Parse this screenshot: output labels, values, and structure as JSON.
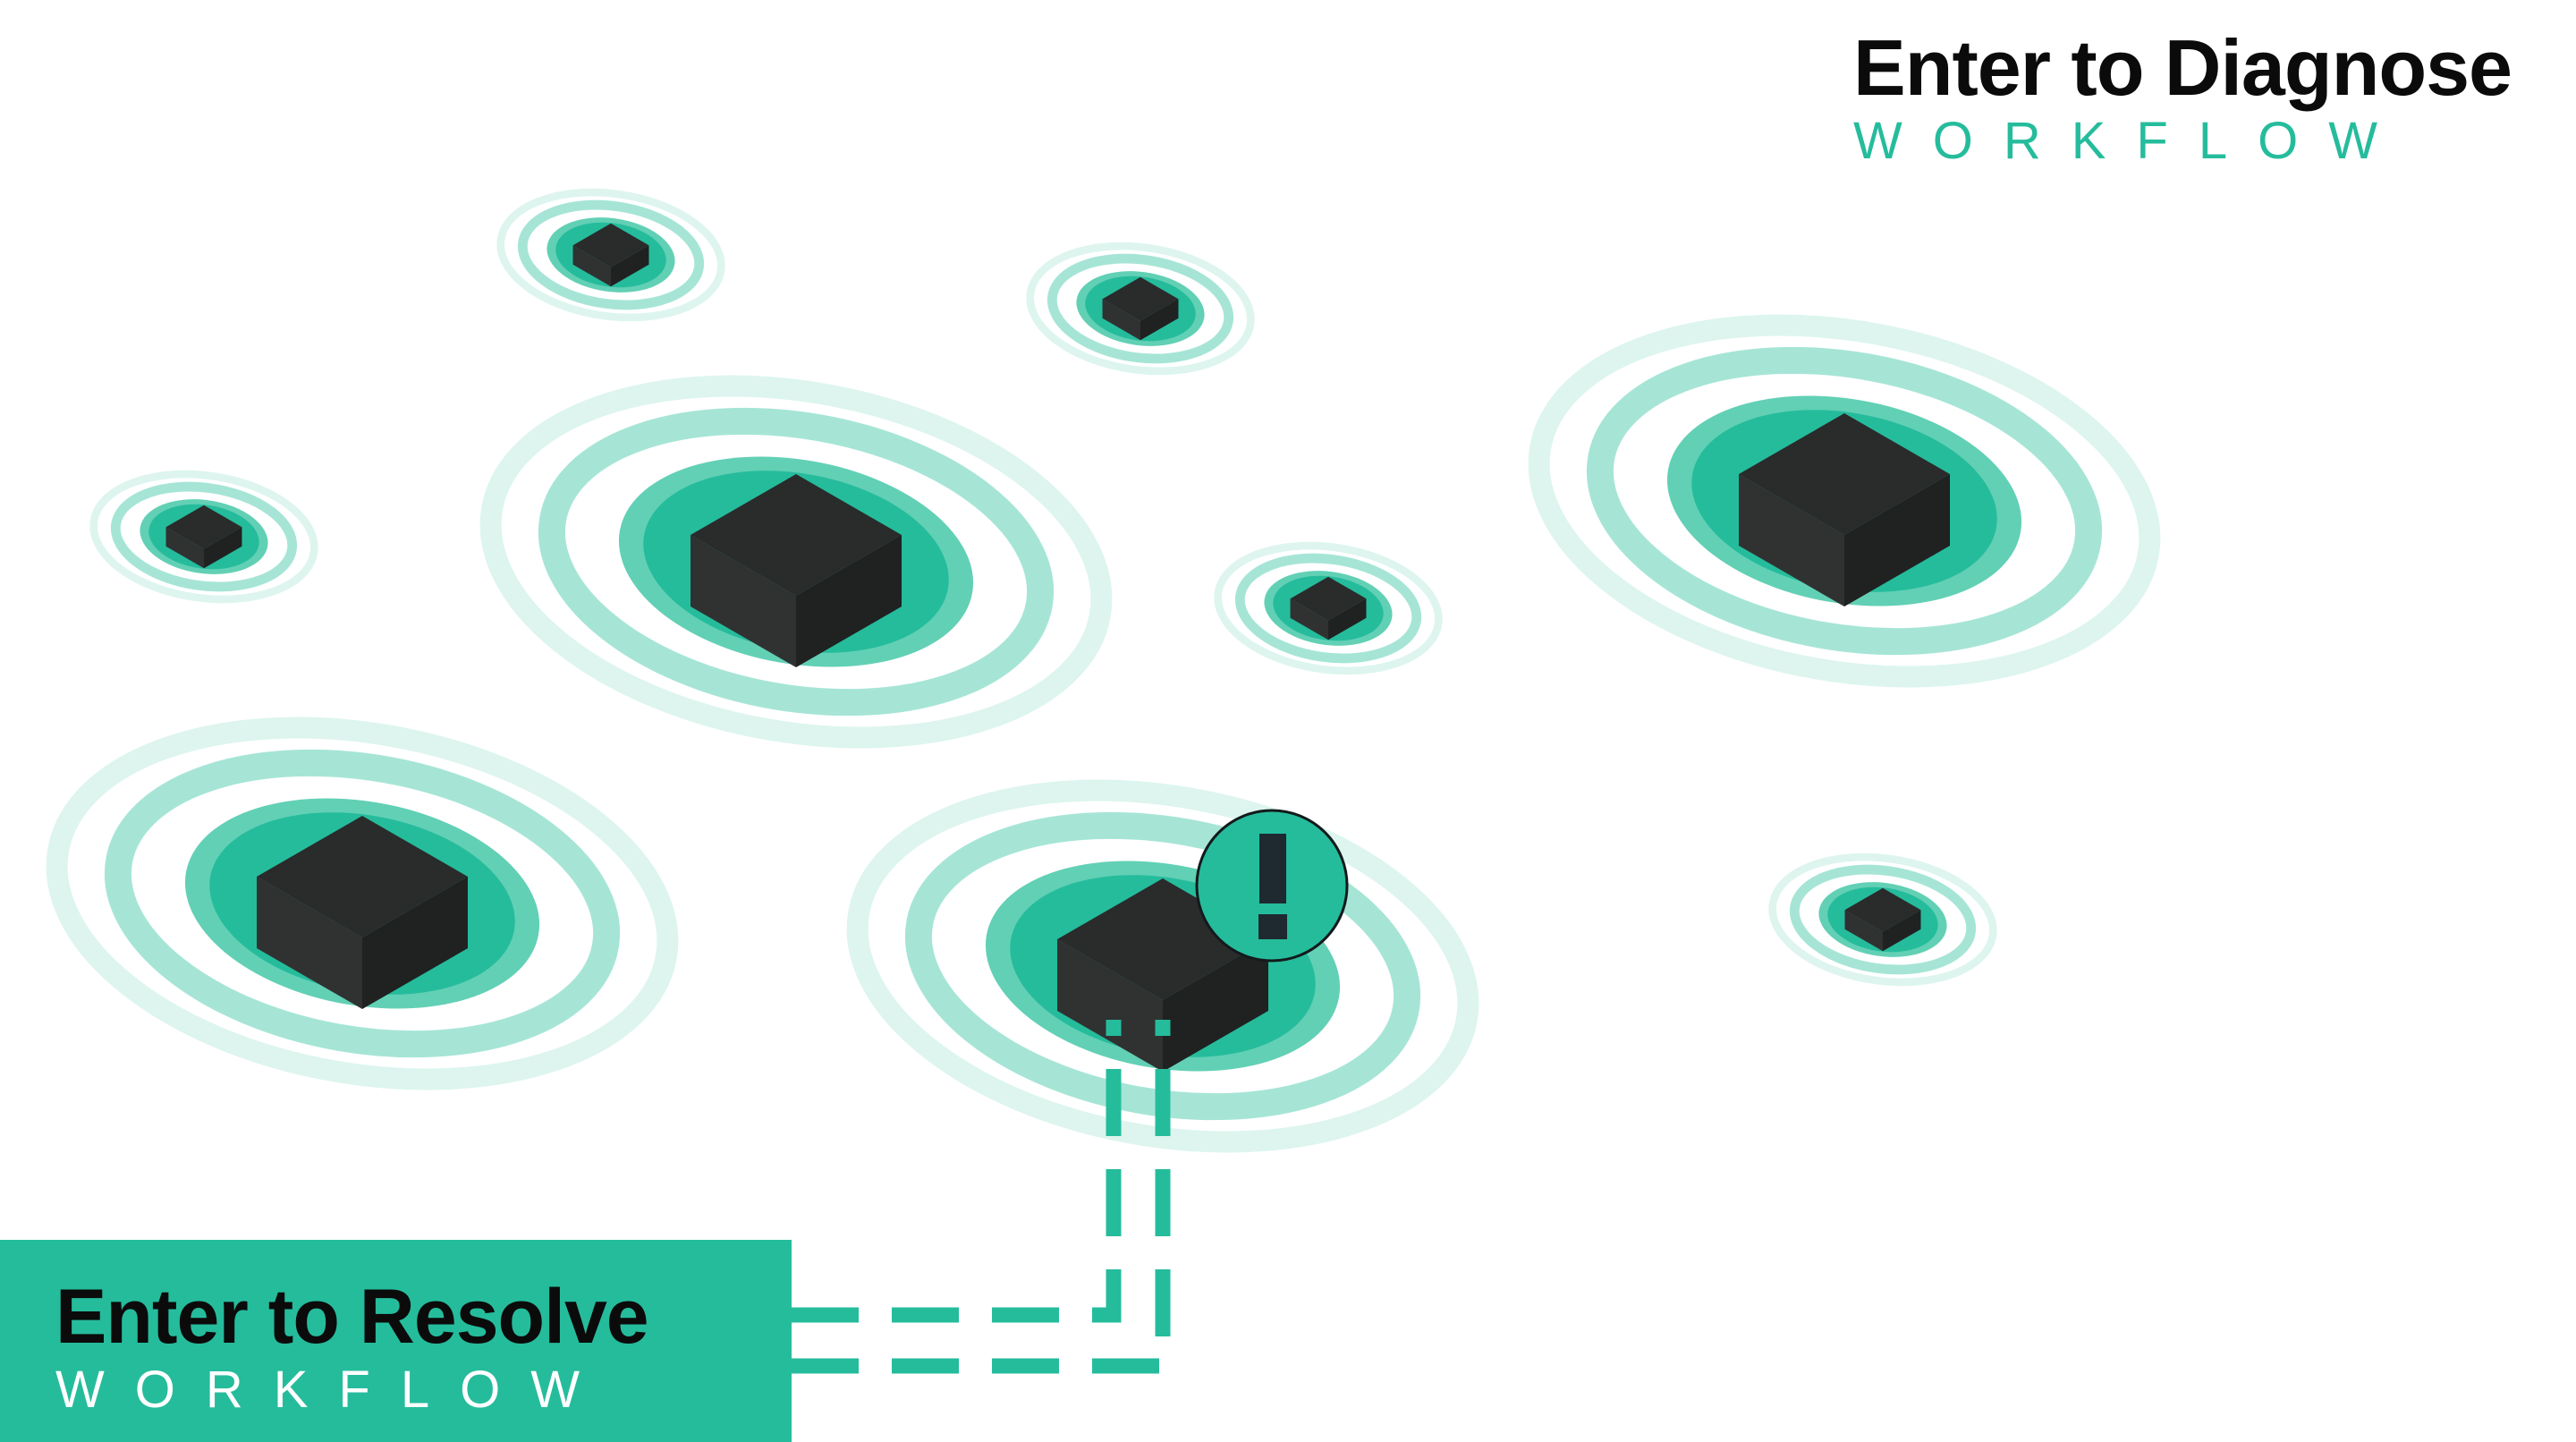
{
  "colors": {
    "accent": "#25bc9c",
    "ring_mid": "#62d0b5",
    "ring_light": "#a6e5d6",
    "ring_faint": "#ddf5ee",
    "cube_top": "#2a2b2b",
    "cube_left": "#303232",
    "cube_right": "#202121",
    "alert_glyph": "#1e2930",
    "text_dark": "#0b0b0b",
    "text_light": "#ffffff"
  },
  "diagnose": {
    "title": "Enter to Diagnose",
    "subtitle": "WORKFLOW"
  },
  "resolve": {
    "title": "Enter to Resolve",
    "subtitle": "WORKFLOW"
  },
  "alert": {
    "glyph": "!",
    "icon": "exclamation-icon"
  },
  "nodes": [
    {
      "id": "node-1",
      "size": "small",
      "alert": false
    },
    {
      "id": "node-2",
      "size": "small",
      "alert": false
    },
    {
      "id": "node-3",
      "size": "small",
      "alert": false
    },
    {
      "id": "node-4",
      "size": "large",
      "alert": false
    },
    {
      "id": "node-5",
      "size": "small",
      "alert": false
    },
    {
      "id": "node-6",
      "size": "large",
      "alert": false
    },
    {
      "id": "node-7",
      "size": "large",
      "alert": false
    },
    {
      "id": "node-8",
      "size": "large",
      "alert": true
    },
    {
      "id": "node-9",
      "size": "small",
      "alert": false
    }
  ]
}
